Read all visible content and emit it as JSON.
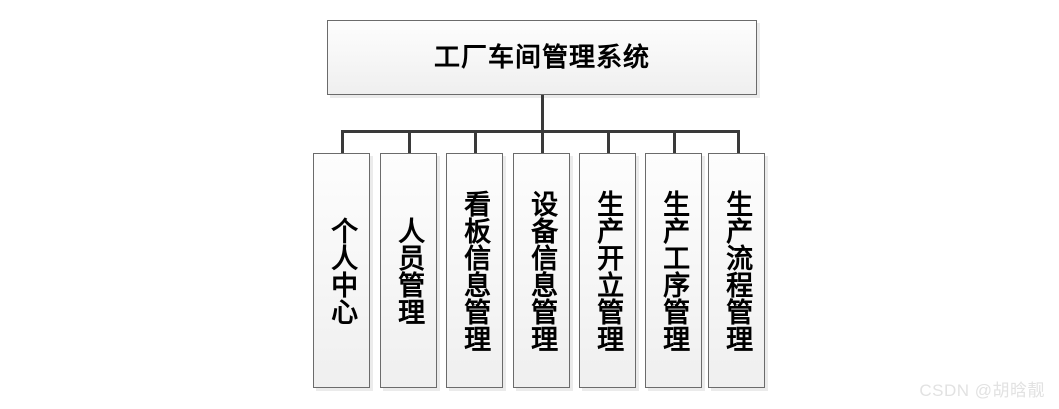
{
  "diagram": {
    "type": "org-chart",
    "background_color": "#ffffff",
    "line_color": "#3a3a3a",
    "box_border_color": "#6b6b6b",
    "box_fill_top": "#fdfdfd",
    "box_fill_bottom": "#efefef",
    "text_color": "#000000",
    "root": {
      "label": "工厂车间管理系统"
    },
    "children": [
      {
        "label": "个人中心"
      },
      {
        "label": "人员管理"
      },
      {
        "label": "看板信息管理"
      },
      {
        "label": "设备信息管理"
      },
      {
        "label": "生产开立管理"
      },
      {
        "label": "生产工序管理"
      },
      {
        "label": "生产流程管理"
      }
    ]
  },
  "watermark": {
    "text": "CSDN @胡晗靓",
    "color": "#e2e2e2"
  }
}
